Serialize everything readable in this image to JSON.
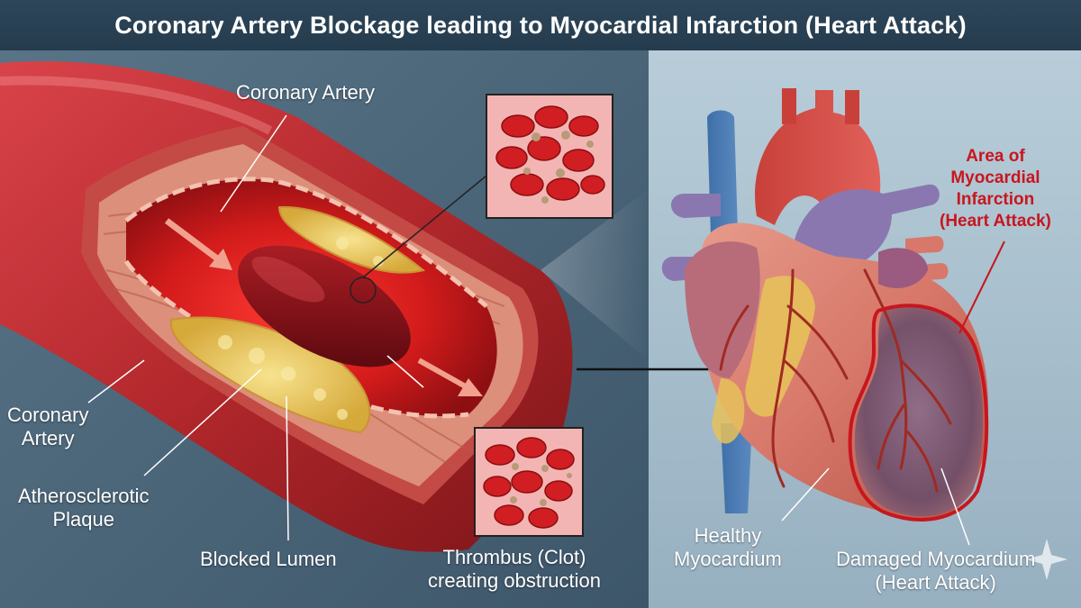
{
  "title": "Coronary Artery Blockage leading to Myocardial Infarction (Heart Attack)",
  "labels": {
    "coronary_artery_top": "Coronary Artery",
    "coronary_artery_side": [
      "Coronary",
      "Artery"
    ],
    "plaque": [
      "Atherosclerotic",
      "Plaque"
    ],
    "blocked_lumen": "Blocked Lumen",
    "thrombus": [
      "Thrombus (Clot)",
      "creating obstruction"
    ],
    "healthy": [
      "Healthy",
      "Myocardium"
    ],
    "damaged": [
      "Damaged Myocardium",
      "(Heart Attack)"
    ],
    "infarction_area": [
      "Area of",
      "Myocardial",
      "Infarction",
      "(Heart Attack)"
    ]
  },
  "colors": {
    "left_panel": "#4a6478",
    "right_panel": "#a8bfcd",
    "title_bar": "#2d4659",
    "artery": "#b3282c",
    "plaque": "#e8c45a",
    "clot": "#8a1419",
    "infarct_outline": "#c8161e"
  }
}
